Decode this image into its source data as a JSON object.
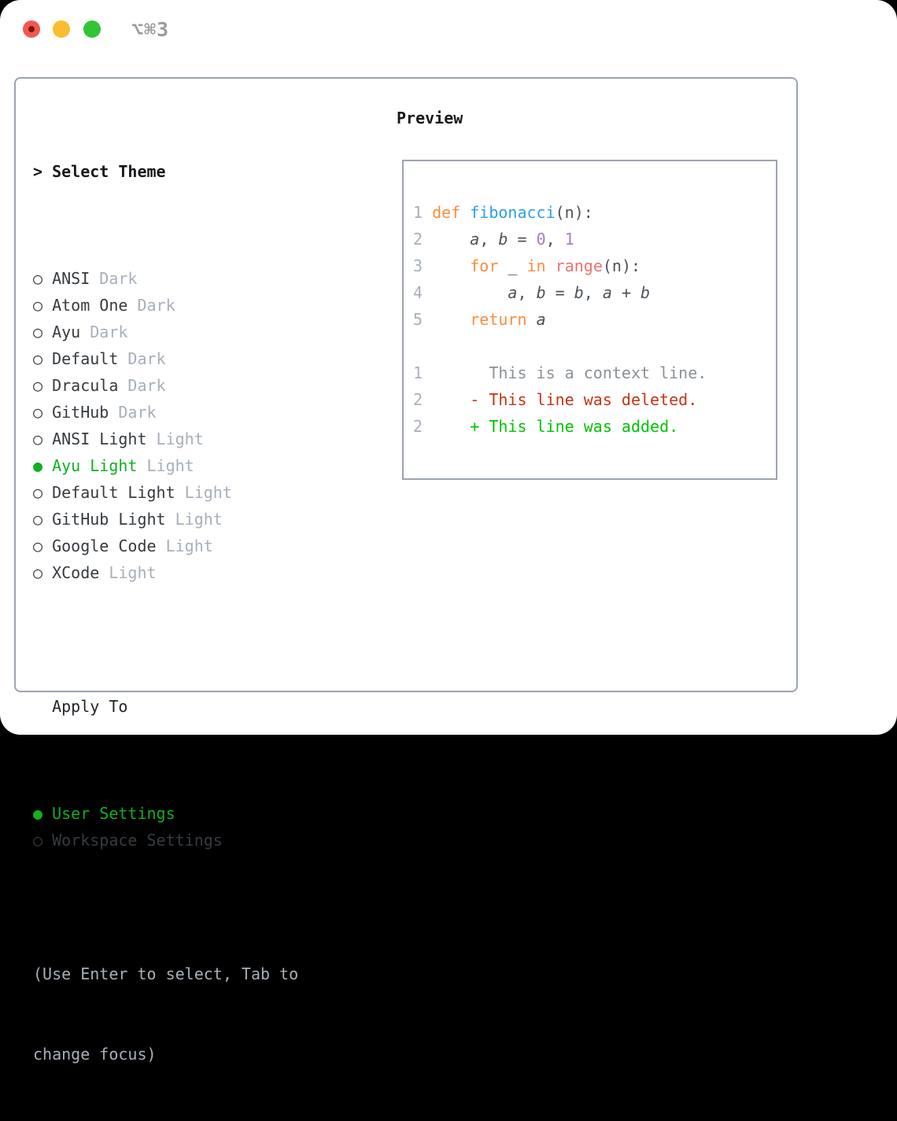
{
  "titlebar": {
    "shortcut_label": "⌥⌘3"
  },
  "markers": {
    "selected": "●",
    "unselected": "○"
  },
  "theme_picker": {
    "prompt": ">",
    "header": "Select Theme",
    "items": [
      {
        "name": "ANSI",
        "variant": "Dark",
        "selected": false
      },
      {
        "name": "Atom One",
        "variant": "Dark",
        "selected": false
      },
      {
        "name": "Ayu",
        "variant": "Dark",
        "selected": false
      },
      {
        "name": "Default",
        "variant": "Dark",
        "selected": false
      },
      {
        "name": "Dracula",
        "variant": "Dark",
        "selected": false
      },
      {
        "name": "GitHub",
        "variant": "Dark",
        "selected": false
      },
      {
        "name": "ANSI Light",
        "variant": "Light",
        "selected": false
      },
      {
        "name": "Ayu Light",
        "variant": "Light",
        "selected": true
      },
      {
        "name": "Default Light",
        "variant": "Light",
        "selected": false
      },
      {
        "name": "GitHub Light",
        "variant": "Light",
        "selected": false
      },
      {
        "name": "Google Code",
        "variant": "Light",
        "selected": false
      },
      {
        "name": "XCode",
        "variant": "Light",
        "selected": false
      }
    ]
  },
  "apply_to": {
    "header": "Apply To",
    "options": [
      {
        "label": "User Settings",
        "selected": true
      },
      {
        "label": "Workspace Settings",
        "selected": false
      }
    ]
  },
  "hint": {
    "line1": "(Use Enter to select, Tab to",
    "line2": "change focus)"
  },
  "preview": {
    "header": "Preview",
    "code_lines": [
      {
        "num": "1",
        "tokens": [
          {
            "c": "kw",
            "t": "def"
          },
          {
            "c": "pl",
            "t": " "
          },
          {
            "c": "fn",
            "t": "fibonacci"
          },
          {
            "c": "pl",
            "t": "(n):"
          }
        ]
      },
      {
        "num": "2",
        "tokens": [
          {
            "c": "pl",
            "t": "    "
          },
          {
            "c": "var",
            "t": "a"
          },
          {
            "c": "pl",
            "t": ", "
          },
          {
            "c": "var",
            "t": "b"
          },
          {
            "c": "pl",
            "t": " = "
          },
          {
            "c": "num",
            "t": "0"
          },
          {
            "c": "pl",
            "t": ", "
          },
          {
            "c": "num",
            "t": "1"
          }
        ]
      },
      {
        "num": "3",
        "tokens": [
          {
            "c": "pl",
            "t": "    "
          },
          {
            "c": "kw",
            "t": "for"
          },
          {
            "c": "pl",
            "t": " _ "
          },
          {
            "c": "kw",
            "t": "in"
          },
          {
            "c": "pl",
            "t": " "
          },
          {
            "c": "bi",
            "t": "range"
          },
          {
            "c": "pl",
            "t": "(n):"
          }
        ]
      },
      {
        "num": "4",
        "tokens": [
          {
            "c": "pl",
            "t": "        "
          },
          {
            "c": "var",
            "t": "a"
          },
          {
            "c": "pl",
            "t": ", "
          },
          {
            "c": "var",
            "t": "b"
          },
          {
            "c": "pl",
            "t": " = "
          },
          {
            "c": "var",
            "t": "b"
          },
          {
            "c": "pl",
            "t": ", "
          },
          {
            "c": "var",
            "t": "a"
          },
          {
            "c": "pl",
            "t": " + "
          },
          {
            "c": "var",
            "t": "b"
          }
        ]
      },
      {
        "num": "5",
        "tokens": [
          {
            "c": "pl",
            "t": "    "
          },
          {
            "c": "kw",
            "t": "return"
          },
          {
            "c": "pl",
            "t": " "
          },
          {
            "c": "var",
            "t": "a"
          }
        ]
      },
      {
        "num": "",
        "tokens": []
      },
      {
        "num": "1",
        "tokens": [
          {
            "c": "ctx",
            "t": "      This is a context line."
          }
        ]
      },
      {
        "num": "2",
        "tokens": [
          {
            "c": "del",
            "t": "    - This line was deleted."
          }
        ]
      },
      {
        "num": "2",
        "tokens": [
          {
            "c": "add",
            "t": "    + This line was added."
          }
        ]
      }
    ]
  },
  "colors": {
    "selection_green": "#10b022",
    "keyword_orange": "#fa8d3e",
    "function_blue": "#2e9fe6",
    "number_purple": "#a37acc",
    "builtin_coral": "#f07171",
    "deleted_red": "#c43417",
    "added_green": "#00c300",
    "muted_gray": "#a7afba",
    "panel_border_gray": "#9ca4af",
    "traffic_red": "#f35750",
    "traffic_yellow": "#fcbc2f",
    "traffic_green": "#32c434"
  }
}
